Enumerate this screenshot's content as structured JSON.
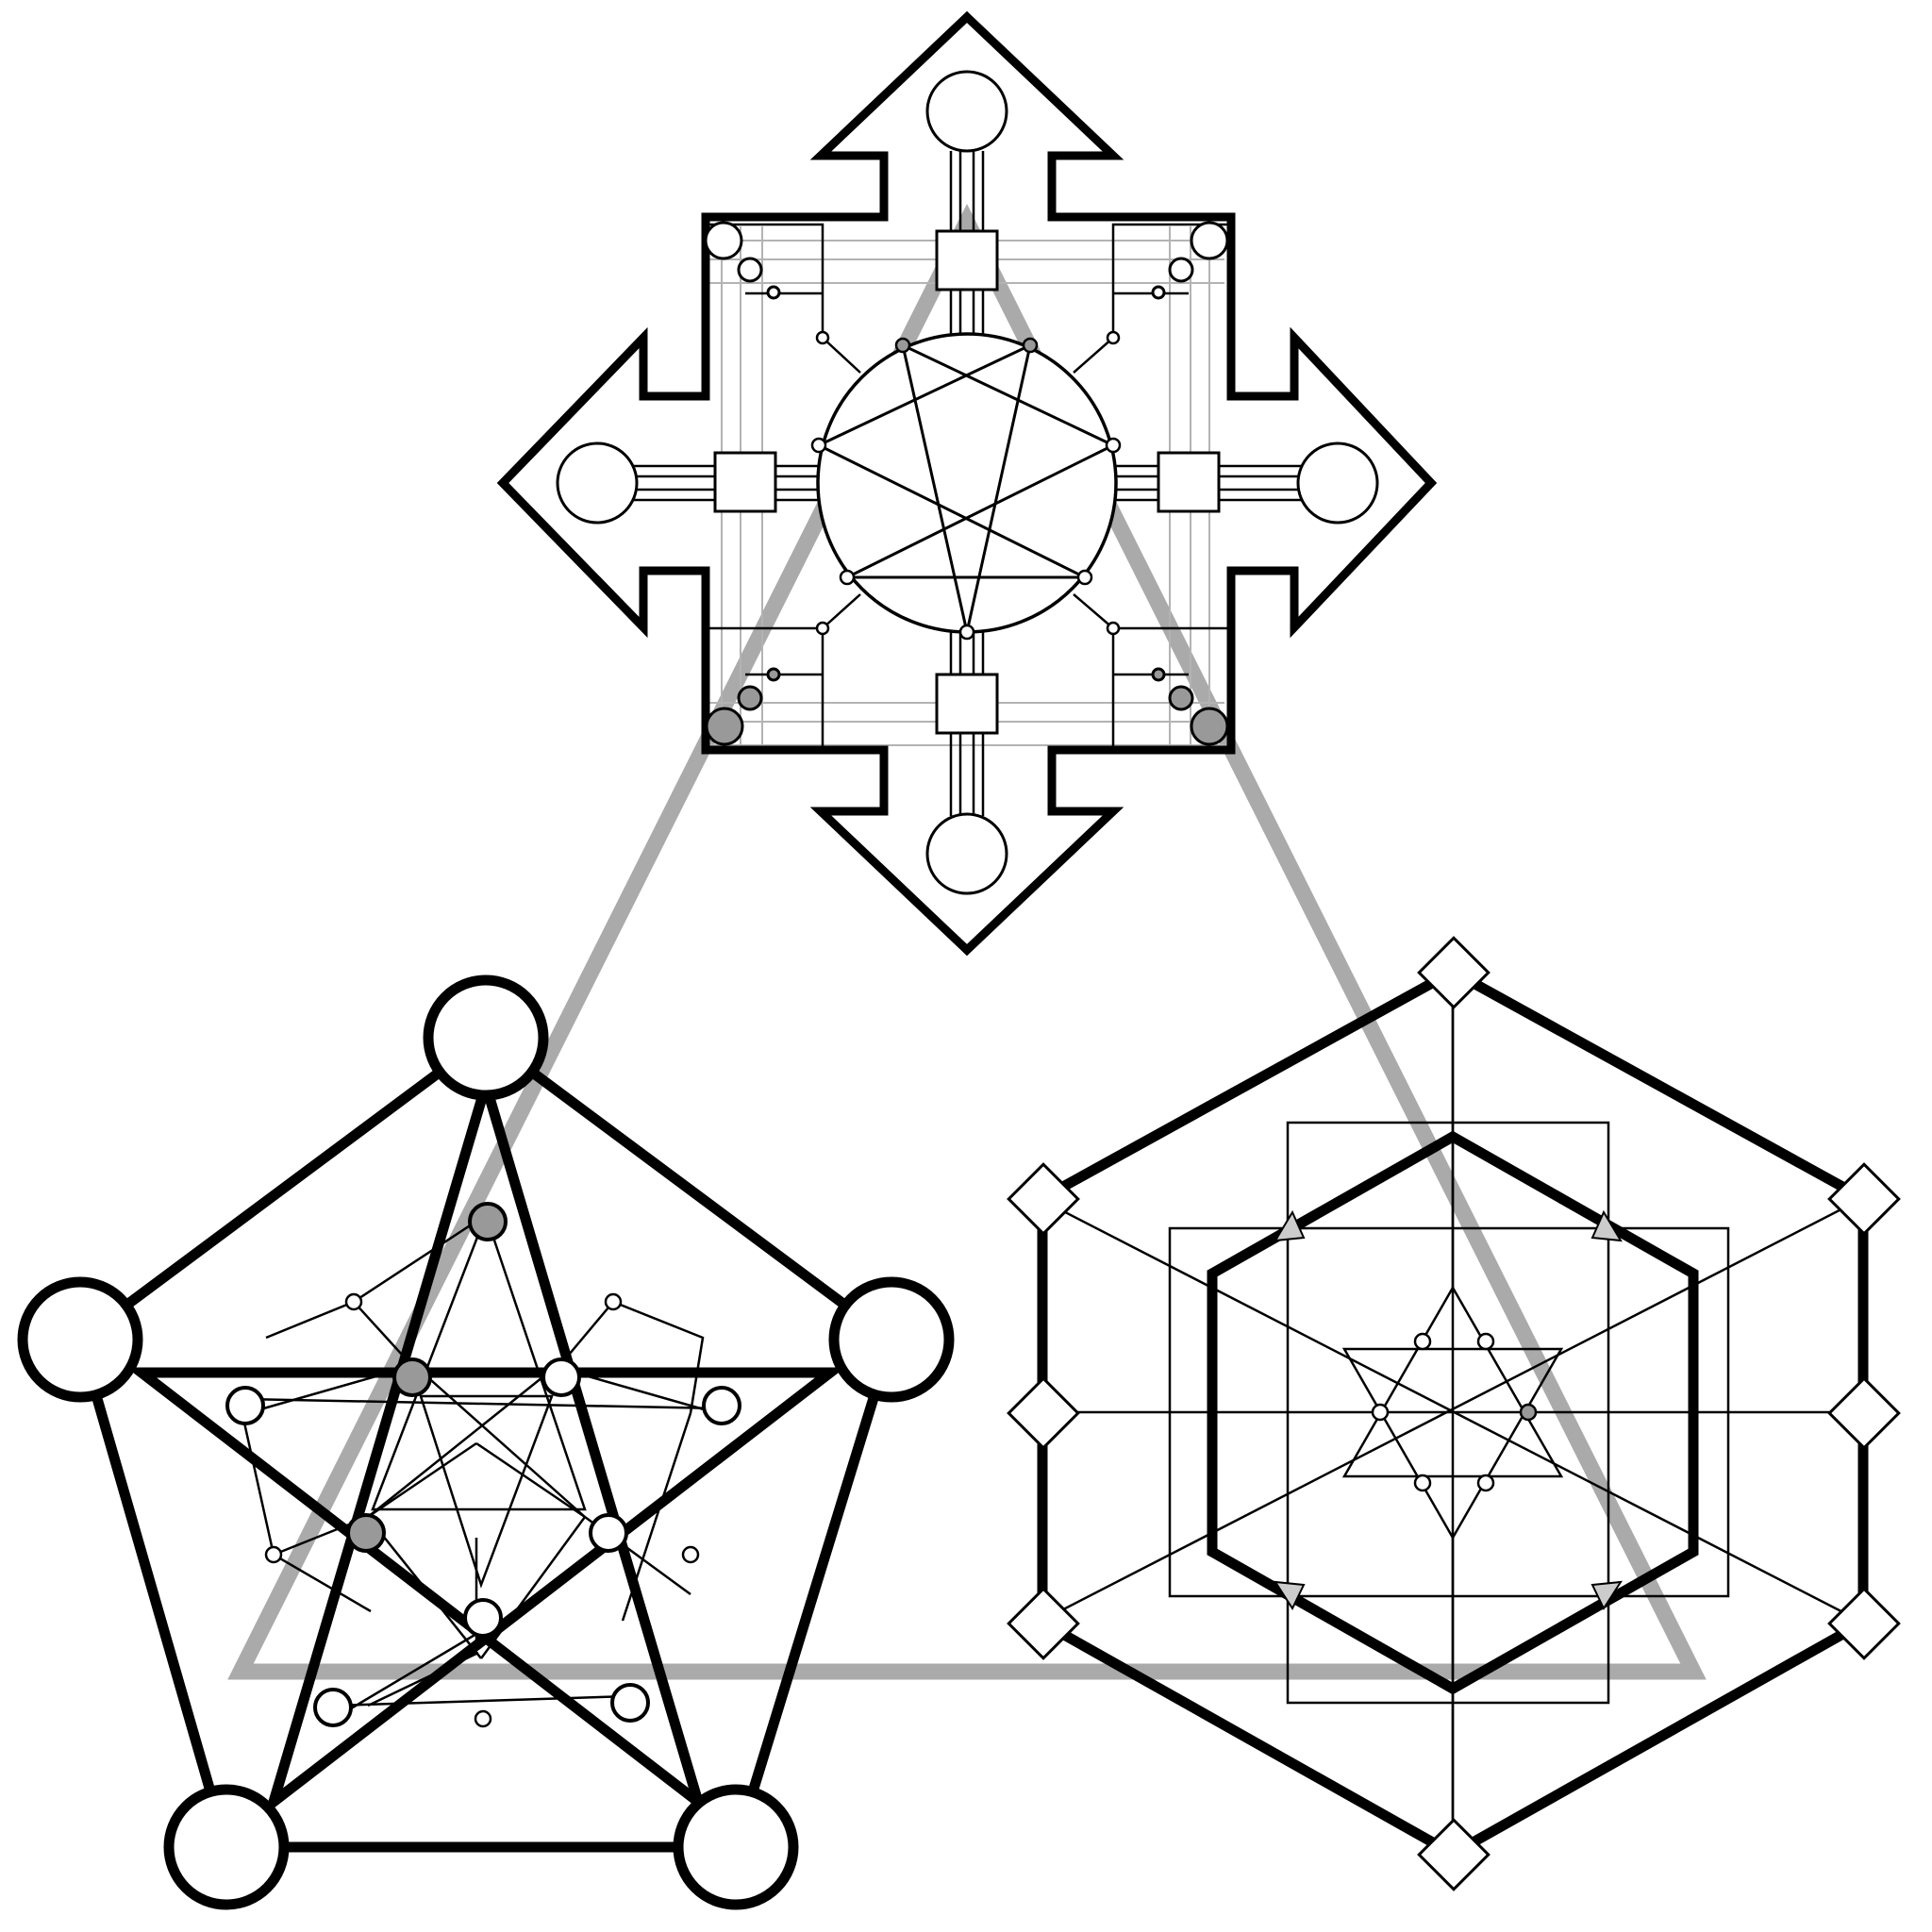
{
  "colors": {
    "background": "#ffffff",
    "ink": "#000000",
    "grey_frame": "#aaaaaa",
    "grey_fill": "#999999",
    "light_line": "#b3b3b3",
    "white_fill": "#ffffff"
  },
  "figures": [
    {
      "id": "cross-arrow-figure",
      "shape": "four-arrow cross with inscribed heptagram"
    },
    {
      "id": "pentagon-figure",
      "shape": "pentagon with nested pentagrams"
    },
    {
      "id": "hexagon-figure",
      "shape": "hexagon with nested hexagon and hexagram"
    }
  ],
  "connector": {
    "shape": "triangle"
  }
}
